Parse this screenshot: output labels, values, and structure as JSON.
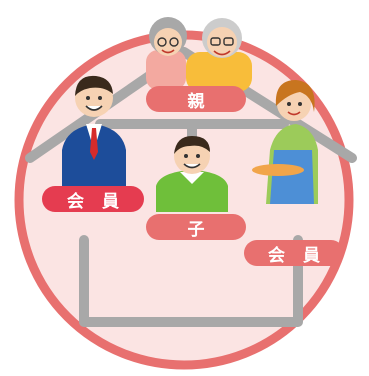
{
  "diagram": {
    "labels": {
      "parents": "親",
      "child": "子",
      "member_left": "会 員",
      "member_right": "会 員"
    },
    "figures": {
      "grandmother": "grandmother",
      "grandfather": "grandfather",
      "father": "businessman",
      "child": "boy",
      "mother": "woman-with-tray"
    },
    "colors": {
      "circle_fill": "#fbe4e3",
      "circle_stroke": "#e8706f",
      "house_line": "#a8a8a8",
      "pill_soft": "#e8706f",
      "pill_strong": "#e53c50",
      "label_text": "#ffffff"
    }
  }
}
